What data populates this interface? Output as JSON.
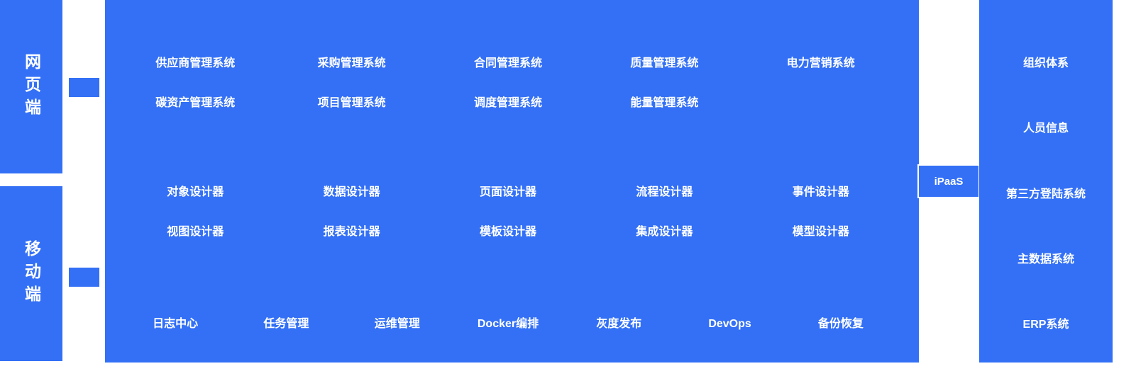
{
  "colors": {
    "primary": "#3370f6",
    "text_on_primary": "#ffffff",
    "background": "#ffffff"
  },
  "left_panels": {
    "web": {
      "label": "网页端"
    },
    "mobile": {
      "label": "移动端"
    }
  },
  "main": {
    "business_row1": [
      "供应商管理系统",
      "采购管理系统",
      "合同管理系统",
      "质量管理系统",
      "电力营销系统"
    ],
    "business_row2": [
      "碳资产管理系统",
      "项目管理系统",
      "调度管理系统",
      "能量管理系统"
    ],
    "designer_row1": [
      "对象设计器",
      "数据设计器",
      "页面设计器",
      "流程设计器",
      "事件设计器"
    ],
    "designer_row2": [
      "视图设计器",
      "报表设计器",
      "模板设计器",
      "集成设计器",
      "模型设计器"
    ],
    "ops_row": [
      "日志中心",
      "任务管理",
      "运维管理",
      "Docker编排",
      "灰度发布",
      "DevOps",
      "备份恢复"
    ]
  },
  "ipaas": {
    "label": "iPaaS"
  },
  "right_panel": {
    "items": [
      "组织体系",
      "人员信息",
      "第三方登陆系统",
      "主数据系统",
      "ERP系统"
    ]
  }
}
